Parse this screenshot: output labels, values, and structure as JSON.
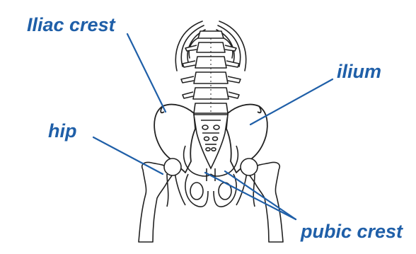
{
  "labels": {
    "iliac_crest": "Iliac crest",
    "ilium": "ilium",
    "hip": "hip",
    "pubic_crest": "pubic crest"
  },
  "colors": {
    "label": "#1f5fa8",
    "leader": "#1f5fa8",
    "bone_outline": "#222222",
    "bone_fill": "#ffffff"
  }
}
